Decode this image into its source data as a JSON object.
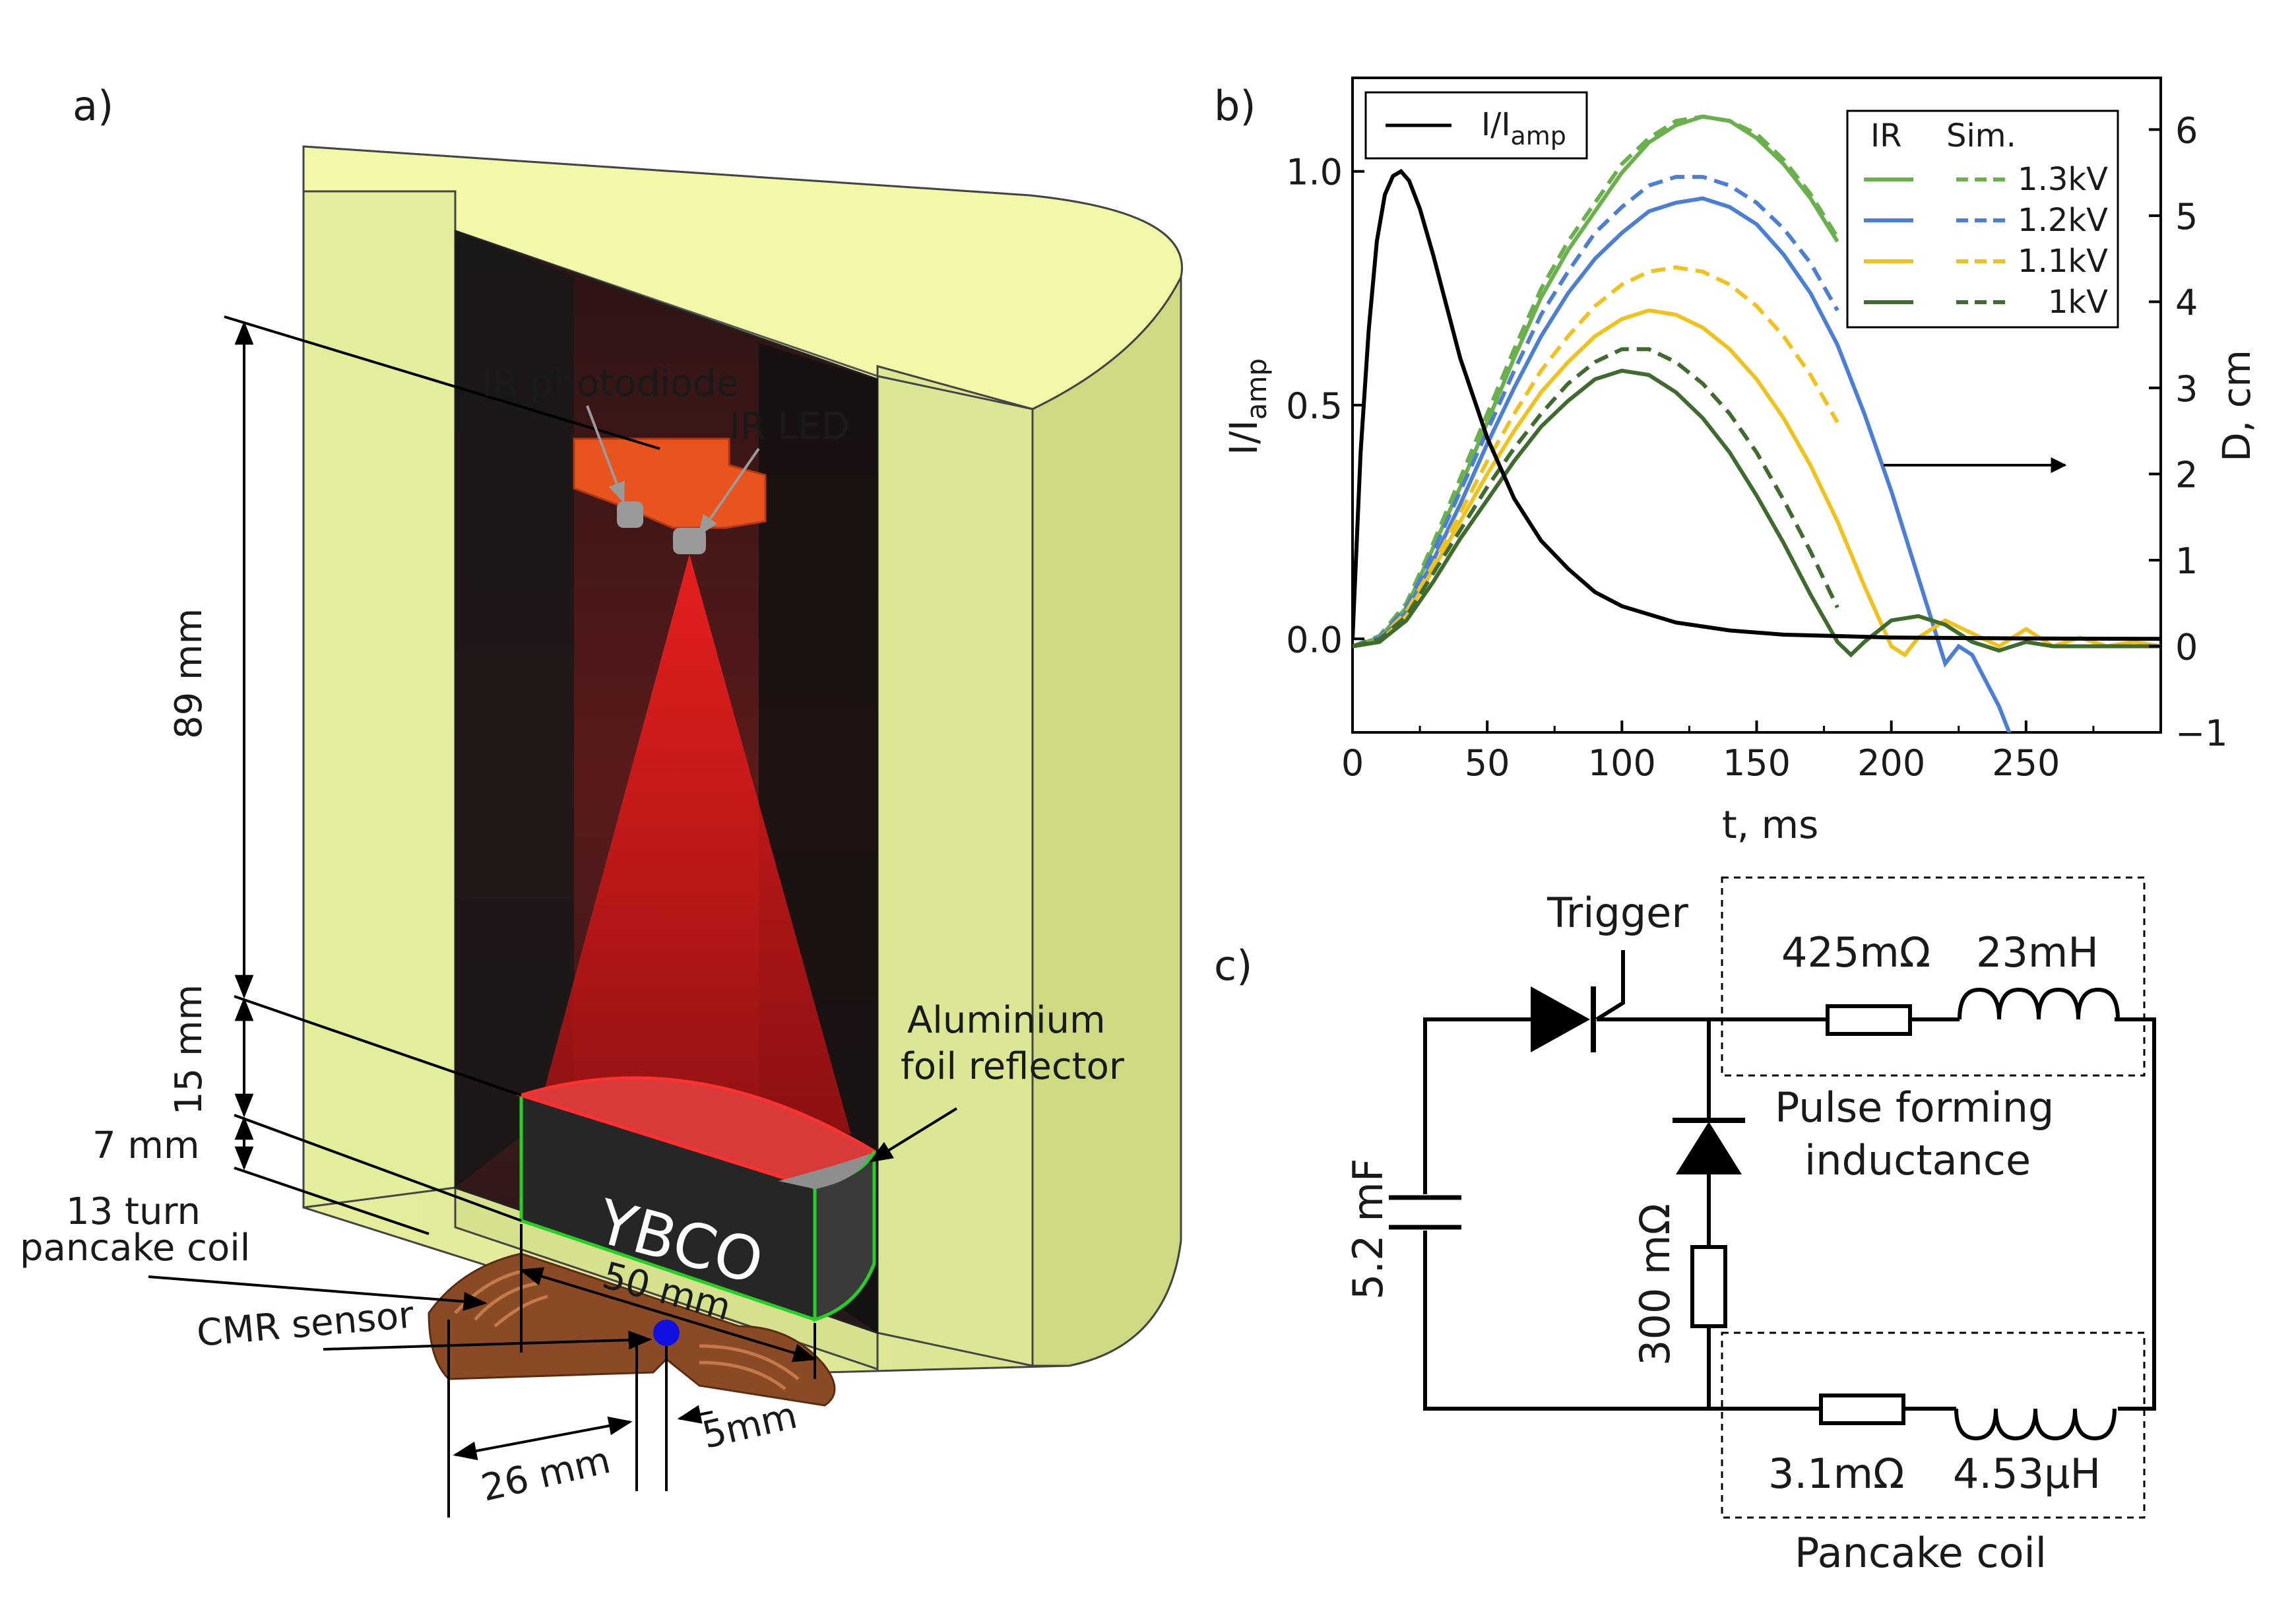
{
  "panel_a": {
    "label": "a)",
    "ir_photodiode": "IR photodiode",
    "ir_led": "IR LED",
    "dim_89": "89 mm",
    "dim_15": "15 mm",
    "dim_7": "7 mm",
    "coil_line1": "13 turn",
    "coil_line2": "pancake coil",
    "cmr_sensor": "CMR sensor",
    "ybco": "YBCO",
    "dim_50": "50 mm",
    "dim_26": "26 mm",
    "dim_5": "5mm",
    "reflector_line1": "Aluminium",
    "reflector_line2": "foil reflector",
    "colors": {
      "body": "#e3ec9a",
      "cavity": "#1c1c1c",
      "beam": "#d81c1c",
      "ybco_edge": "#25d025",
      "coil": "#8b4a26",
      "sensor": "#1010e0",
      "mount": "#e8531e"
    }
  },
  "panel_b": {
    "label": "b)",
    "xlabel": "t, ms",
    "ylabel_left_main": "I/I",
    "ylabel_left_sub": "amp",
    "ylabel_right": "D, cm",
    "legend_current_main": "I/I",
    "legend_current_sub": "amp",
    "legend_col_ir": "IR",
    "legend_col_sim": "Sim.",
    "x_ticks": [
      "0",
      "50",
      "100",
      "150",
      "200",
      "250"
    ],
    "y_left_ticks": [
      "0.0",
      "0.5",
      "1.0"
    ],
    "y_right_ticks": [
      "−1",
      "0",
      "1",
      "2",
      "3",
      "4",
      "5",
      "6"
    ]
  },
  "chart_data": {
    "type": "line",
    "xlabel": "t, ms",
    "ylabel": "I/I_amp",
    "ylabel_right": "D, cm",
    "xlim": [
      0,
      300
    ],
    "ylim_left": [
      -0.2,
      1.2
    ],
    "ylim_right": [
      -1.0,
      6.6
    ],
    "current": {
      "name": "I/I_amp",
      "axis": "left",
      "color": "#000000",
      "x": [
        0,
        3,
        6,
        9,
        12,
        15,
        18,
        21,
        25,
        30,
        35,
        40,
        50,
        60,
        70,
        80,
        90,
        100,
        120,
        140,
        160,
        200,
        250,
        300
      ],
      "y": [
        0.0,
        0.4,
        0.66,
        0.85,
        0.95,
        0.99,
        1.0,
        0.98,
        0.92,
        0.82,
        0.71,
        0.6,
        0.43,
        0.3,
        0.21,
        0.15,
        0.1,
        0.07,
        0.035,
        0.018,
        0.009,
        0.003,
        0.001,
        0.0
      ]
    },
    "series": [
      {
        "name": "1.3kV",
        "axis": "right",
        "color": "#6ab04c",
        "ir": {
          "x": [
            0,
            10,
            20,
            30,
            40,
            50,
            60,
            70,
            80,
            90,
            100,
            110,
            120,
            130,
            140,
            150,
            160,
            170,
            180
          ],
          "y": [
            0.0,
            0.1,
            0.45,
            1.15,
            1.85,
            2.6,
            3.35,
            4.05,
            4.6,
            5.05,
            5.5,
            5.85,
            6.05,
            6.15,
            6.1,
            5.9,
            5.6,
            5.2,
            4.7
          ]
        },
        "sim": {
          "x": [
            0,
            10,
            20,
            30,
            40,
            50,
            60,
            70,
            80,
            90,
            100,
            110,
            120,
            130,
            140,
            150,
            160,
            170,
            180
          ],
          "y": [
            0.0,
            0.12,
            0.5,
            1.2,
            1.95,
            2.7,
            3.45,
            4.15,
            4.7,
            5.15,
            5.6,
            5.9,
            6.1,
            6.15,
            6.1,
            5.95,
            5.65,
            5.25,
            4.75
          ]
        }
      },
      {
        "name": "1.2kV",
        "axis": "right",
        "color": "#4a7fd4",
        "ir": {
          "x": [
            0,
            10,
            20,
            30,
            40,
            50,
            60,
            70,
            80,
            90,
            100,
            110,
            120,
            130,
            140,
            150,
            160,
            170,
            180,
            190,
            200,
            210,
            215,
            220,
            225,
            230,
            240,
            245
          ],
          "y": [
            0.0,
            0.05,
            0.4,
            1.0,
            1.65,
            2.35,
            3.0,
            3.6,
            4.1,
            4.5,
            4.8,
            5.05,
            5.15,
            5.2,
            5.1,
            4.9,
            4.55,
            4.1,
            3.5,
            2.7,
            1.8,
            0.8,
            0.3,
            -0.2,
            0.0,
            -0.1,
            -0.7,
            -1.1
          ]
        },
        "sim": {
          "x": [
            0,
            10,
            20,
            30,
            40,
            50,
            60,
            70,
            80,
            90,
            100,
            110,
            120,
            130,
            140,
            150,
            160,
            170,
            180
          ],
          "y": [
            0.0,
            0.1,
            0.45,
            1.1,
            1.8,
            2.5,
            3.2,
            3.85,
            4.35,
            4.8,
            5.1,
            5.35,
            5.45,
            5.45,
            5.35,
            5.15,
            4.85,
            4.45,
            3.9
          ]
        }
      },
      {
        "name": "1.1kV",
        "axis": "right",
        "color": "#f0c21e",
        "ir": {
          "x": [
            0,
            10,
            20,
            30,
            40,
            50,
            60,
            70,
            80,
            90,
            100,
            110,
            120,
            130,
            140,
            150,
            160,
            170,
            180,
            190,
            200,
            205,
            210,
            220,
            230,
            240,
            250,
            260,
            270,
            280,
            290,
            300
          ],
          "y": [
            0.0,
            0.05,
            0.35,
            0.9,
            1.45,
            2.0,
            2.5,
            2.95,
            3.3,
            3.6,
            3.8,
            3.9,
            3.85,
            3.7,
            3.45,
            3.1,
            2.65,
            2.1,
            1.45,
            0.7,
            0.0,
            -0.1,
            0.1,
            0.3,
            0.15,
            0.0,
            0.2,
            0.0,
            0.1,
            0.0,
            0.05,
            0.0
          ]
        },
        "sim": {
          "x": [
            0,
            10,
            20,
            30,
            40,
            50,
            60,
            70,
            80,
            90,
            100,
            110,
            120,
            130,
            140,
            150,
            160,
            170,
            180
          ],
          "y": [
            0.0,
            0.08,
            0.4,
            0.95,
            1.55,
            2.15,
            2.7,
            3.2,
            3.6,
            3.95,
            4.2,
            4.35,
            4.4,
            4.35,
            4.2,
            3.95,
            3.6,
            3.15,
            2.6
          ]
        }
      },
      {
        "name": "1kV",
        "axis": "right",
        "color": "#3f6b2e",
        "ir": {
          "x": [
            0,
            10,
            20,
            30,
            40,
            50,
            60,
            70,
            80,
            90,
            100,
            110,
            120,
            130,
            140,
            150,
            160,
            170,
            180,
            185,
            190,
            200,
            210,
            220,
            230,
            240,
            250,
            260,
            270,
            280,
            290,
            300
          ],
          "y": [
            0.0,
            0.05,
            0.3,
            0.75,
            1.25,
            1.7,
            2.15,
            2.55,
            2.85,
            3.1,
            3.2,
            3.15,
            2.95,
            2.65,
            2.25,
            1.75,
            1.2,
            0.6,
            0.05,
            -0.1,
            0.05,
            0.3,
            0.35,
            0.25,
            0.05,
            -0.05,
            0.05,
            0.0,
            0.0,
            0.0,
            0.0,
            0.0
          ]
        },
        "sim": {
          "x": [
            0,
            10,
            20,
            30,
            40,
            50,
            60,
            70,
            80,
            90,
            100,
            110,
            120,
            130,
            140,
            150,
            160,
            170,
            180
          ],
          "y": [
            0.0,
            0.08,
            0.35,
            0.85,
            1.35,
            1.85,
            2.3,
            2.7,
            3.05,
            3.3,
            3.45,
            3.45,
            3.3,
            3.05,
            2.7,
            2.25,
            1.7,
            1.1,
            0.45
          ]
        }
      }
    ]
  },
  "panel_c": {
    "label": "c)",
    "trigger": "Trigger",
    "r_pulse": "425mΩ",
    "l_pulse": "23mH",
    "pulse_line1": "Pulse forming",
    "pulse_line2": "inductance",
    "capacitor": "5.2 mF",
    "r_diode": "300 mΩ",
    "r_coil": "3.1mΩ",
    "l_coil": "4.53μH",
    "pancake": "Pancake coil"
  }
}
